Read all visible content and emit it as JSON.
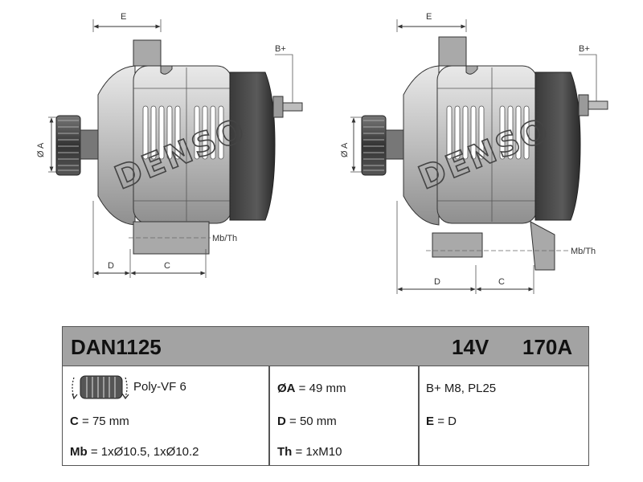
{
  "drawing_left": {
    "dim_e": "E",
    "dim_d": "D",
    "dim_c": "C",
    "dim_a": "Ø A",
    "b_plus": "B+",
    "mb_th": "Mb/Th",
    "watermark": "DENSO"
  },
  "drawing_right": {
    "dim_e": "E",
    "dim_d": "D",
    "dim_c": "C",
    "dim_a": "Ø A",
    "b_plus": "B+",
    "mb_th": "Mb/Th",
    "watermark": "DENSO"
  },
  "spec": {
    "model": "DAN1125",
    "voltage": "14V",
    "current": "170A",
    "pulley": "Poly-VF 6",
    "c_label": "C",
    "c_value": "= 75 mm",
    "mb_label": "Mb",
    "mb_value": "= 1xØ10.5, 1xØ10.2",
    "a_label": "ØA",
    "a_value": "= 49 mm",
    "d_label": "D",
    "d_value": "= 50 mm",
    "th_label": "Th",
    "th_value": "= 1xM10",
    "terminal": "B+ M8, PL25",
    "e_label": "E",
    "e_value": "= D"
  }
}
